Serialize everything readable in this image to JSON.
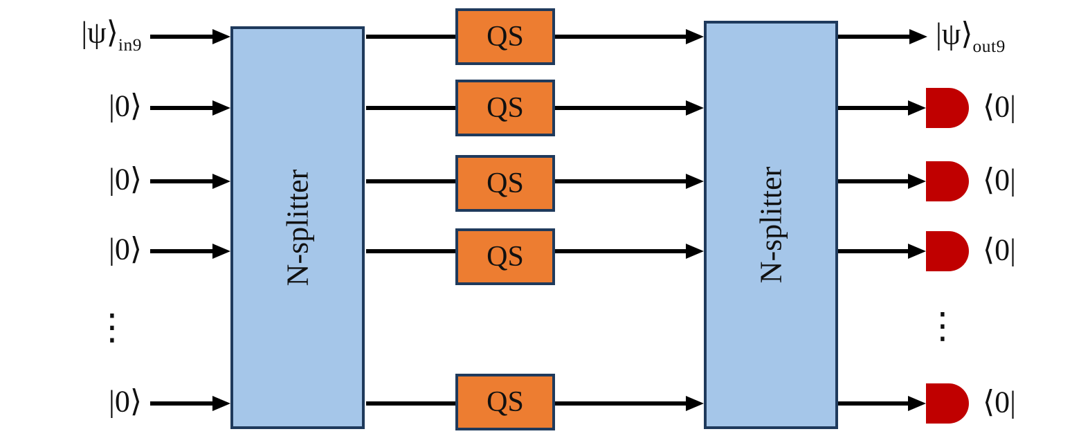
{
  "colors": {
    "wire": "#000000",
    "splitter_fill": "#a5c6e9",
    "splitter_border": "#1f3a5c",
    "qs_fill": "#ed7d31",
    "qs_border": "#1f3a5c",
    "detector_red": "#c00000"
  },
  "labels": {
    "input_psi": "|ψ⟩",
    "input_psi_sub": "in9",
    "zero_ket": "|0⟩",
    "ellipsis": "⋮",
    "splitter": "N-splitter",
    "qs": "QS",
    "output_psi": "|ψ⟩",
    "output_psi_sub": "out9",
    "zero_bra": "⟨0|"
  }
}
